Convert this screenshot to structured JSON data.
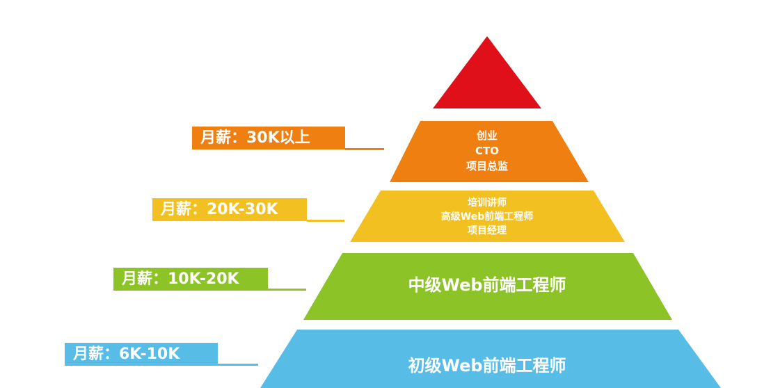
{
  "colors": {
    "red": "#e0101a",
    "orange": "#f07f12",
    "yellow": "#f2c021",
    "green": "#8cc327",
    "blue": "#58bde6",
    "text": "#ffffff"
  },
  "tiers": [
    {
      "lines": []
    },
    {
      "lines": [
        "创业",
        "CTO",
        "项目总监"
      ]
    },
    {
      "lines": [
        "培训讲师",
        "高级Web前端工程师",
        "项目经理"
      ]
    },
    {
      "lines": [
        "中级Web前端工程师"
      ]
    },
    {
      "lines": [
        "初级Web前端工程师"
      ]
    }
  ],
  "salaries": [
    {
      "label": "月薪：30K以上"
    },
    {
      "label": "月薪：20K-30K"
    },
    {
      "label": "月薪：10K-20K"
    },
    {
      "label": "月薪：6K-10K"
    }
  ]
}
